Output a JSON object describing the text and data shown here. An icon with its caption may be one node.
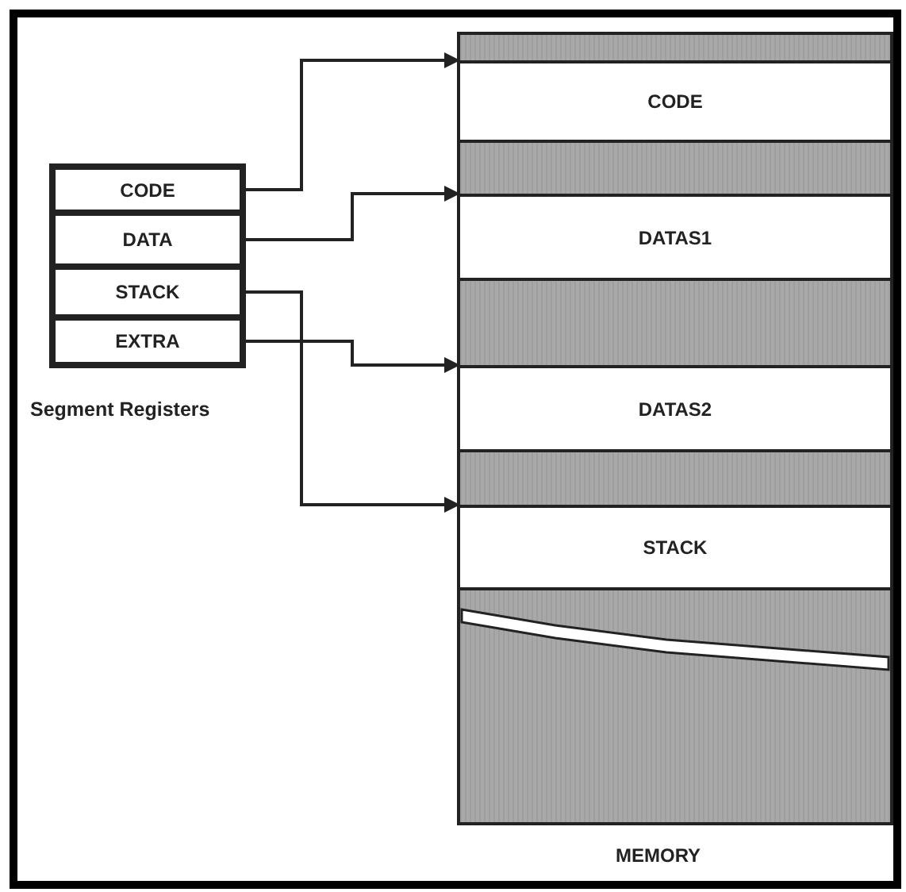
{
  "diagram": {
    "nodes": [
      {
        "text": [
          "Segment Registers"
        ]
      },
      {
        "text": [
          "CODE"
        ],
        "in": 0
      },
      {
        "text": [
          "DATA"
        ],
        "in": 0
      },
      {
        "text": [
          "STACK"
        ],
        "in": 0
      },
      {
        "text": [
          "EXTRA"
        ],
        "in": 0
      },
      {
        "text": [
          "MEMORY"
        ]
      },
      {
        "text": [
          "CODE"
        ],
        "in": 5
      },
      {
        "text": [
          "DATAS1"
        ],
        "in": 5
      },
      {
        "text": [
          "DATAS2"
        ],
        "in": 5
      },
      {
        "text": [
          "STACK"
        ],
        "in": 5
      }
    ],
    "edges": [
      {
        "from": 1,
        "to": 6,
        "arrow": "to"
      },
      {
        "from": 2,
        "to": 7,
        "arrow": "to"
      },
      {
        "from": 4,
        "to": 8,
        "arrow": "to"
      },
      {
        "from": 3,
        "to": 9,
        "arrow": "to"
      }
    ]
  }
}
